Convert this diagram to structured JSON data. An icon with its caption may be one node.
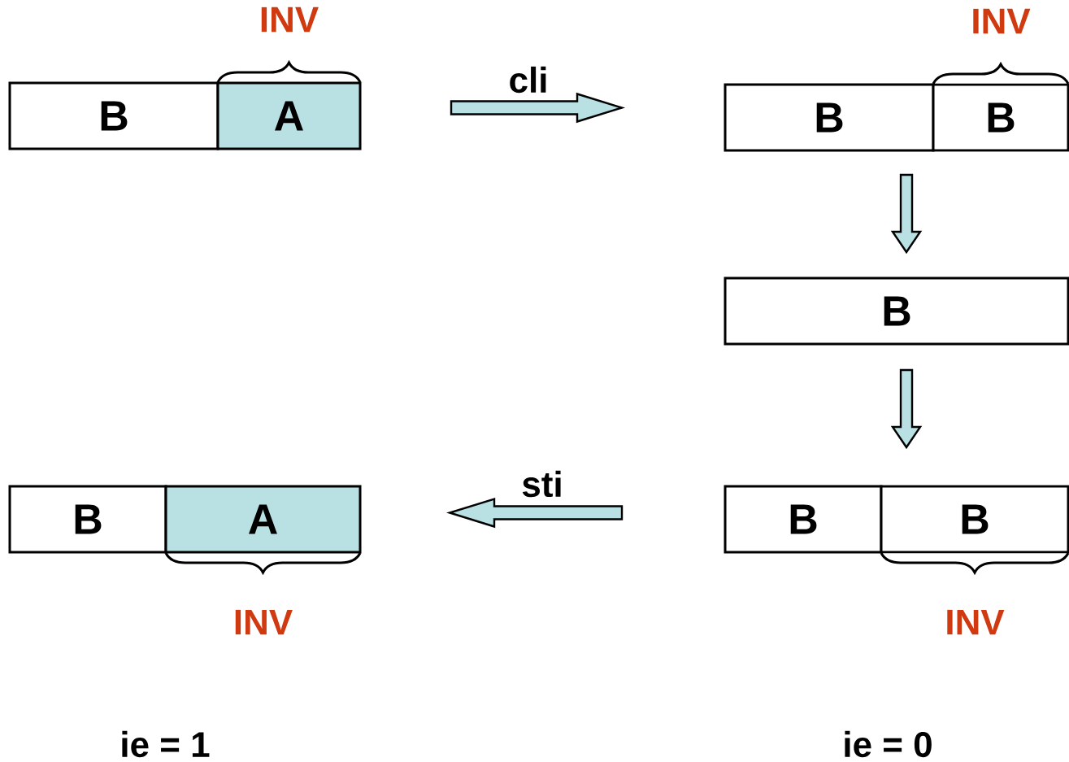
{
  "diagram": {
    "nodes": [
      {
        "text": [
          "B"
        ]
      },
      {
        "text": [
          "A"
        ],
        "beside": [
          "INV"
        ]
      },
      {
        "text": [
          "B"
        ]
      },
      {
        "text": [
          "B"
        ],
        "beside": [
          "INV"
        ]
      },
      {
        "text": [
          "B"
        ]
      },
      {
        "text": [
          "B"
        ]
      },
      {
        "text": [
          "B"
        ],
        "beside": [
          "INV"
        ]
      },
      {
        "text": [
          "B"
        ]
      },
      {
        "text": [
          "A"
        ],
        "beside": [
          "INV"
        ]
      }
    ],
    "edges": [
      {
        "from": 1,
        "to": 2,
        "arrow": "to",
        "label": "cli"
      },
      {
        "from": 2,
        "to": 4,
        "arrow": "to"
      },
      {
        "from": 4,
        "to": 6,
        "arrow": "to"
      },
      {
        "from": 5,
        "to": 8,
        "arrow": "to",
        "label": "sti"
      }
    ],
    "labels": [
      "ie = 1",
      "ie = 0"
    ]
  }
}
